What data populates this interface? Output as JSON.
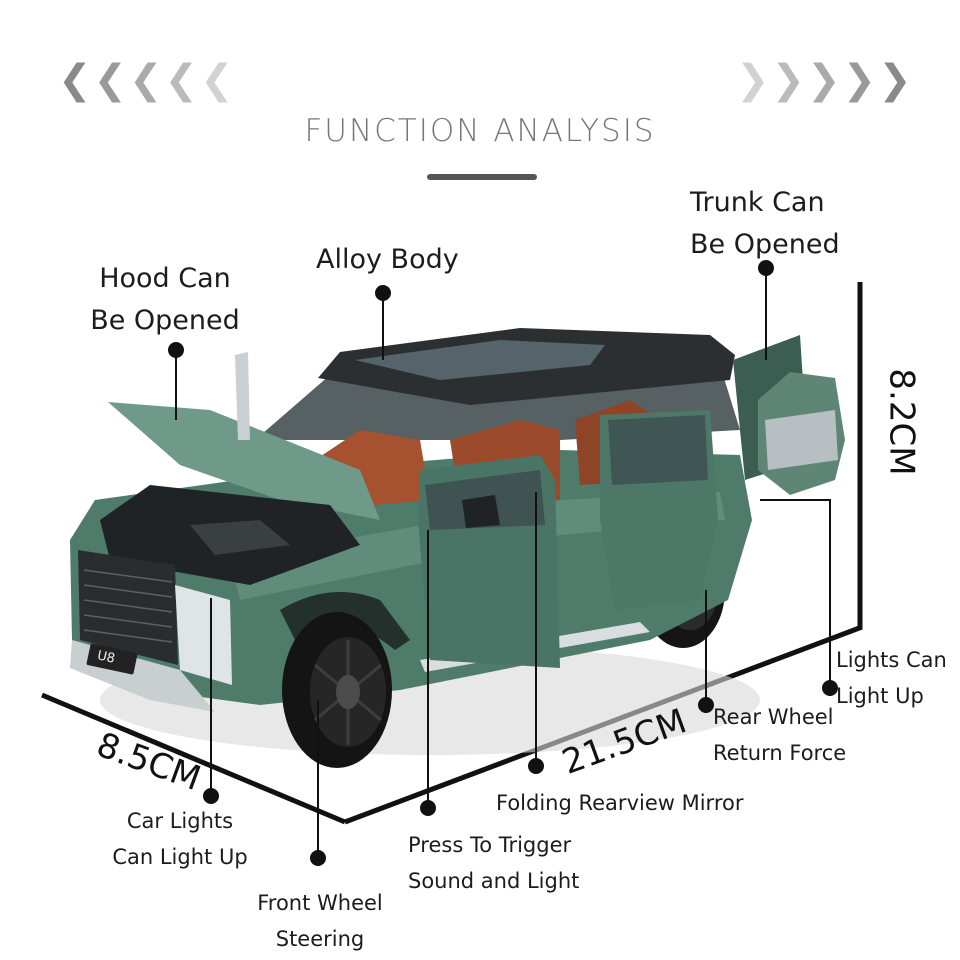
{
  "title": "FUNCTION ANALYSIS",
  "colors": {
    "body": "#4e7a6a",
    "body_dark": "#2f5246",
    "roof": "#2a2e30",
    "seat": "#a8502a",
    "arrow_grey": "#9a9a9a"
  },
  "icons": {
    "left": "chevron-left-icon",
    "right": "chevron-right-icon"
  },
  "labels": {
    "hood": [
      "Hood Can",
      "Be Opened"
    ],
    "alloy": "Alloy Body",
    "trunk": [
      "Trunk Can",
      "Be Opened"
    ],
    "car_lights": [
      "Car Lights",
      "Can Light Up"
    ],
    "front_wheel": [
      "Front Wheel",
      "Steering"
    ],
    "press_trigger": [
      "Press To Trigger",
      "Sound and Light"
    ],
    "mirror": "Folding Rearview Mirror",
    "rear_wheel": [
      "Rear Wheel",
      "Return Force"
    ],
    "lights": [
      "Lights Can",
      "Light Up"
    ]
  },
  "dimensions": {
    "width": "8.5CM",
    "length": "21.5CM",
    "height": "8.2CM"
  },
  "plate": "U8"
}
